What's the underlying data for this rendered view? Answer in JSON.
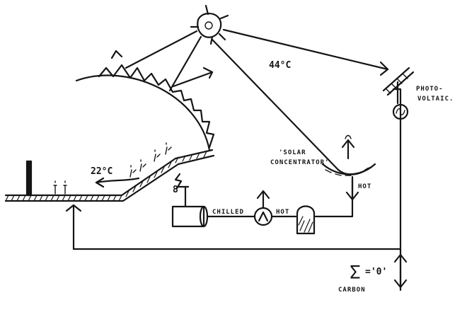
{
  "labels": {
    "temp_hot": "44°C",
    "temp_cool": "22°C",
    "photovoltaic_line1": "PHOTO-",
    "photovoltaic_line2": "VOLTAIC.",
    "solar_line1": "'SOLAR",
    "solar_line2": "CONCENTRATOR'",
    "hot_vertical": "HOT",
    "chilled": "CHILLED",
    "hot_pipe": "HOT",
    "fan_number": "8",
    "sigma": "Σ",
    "zero": "='0'",
    "carbon": "CARBON"
  }
}
